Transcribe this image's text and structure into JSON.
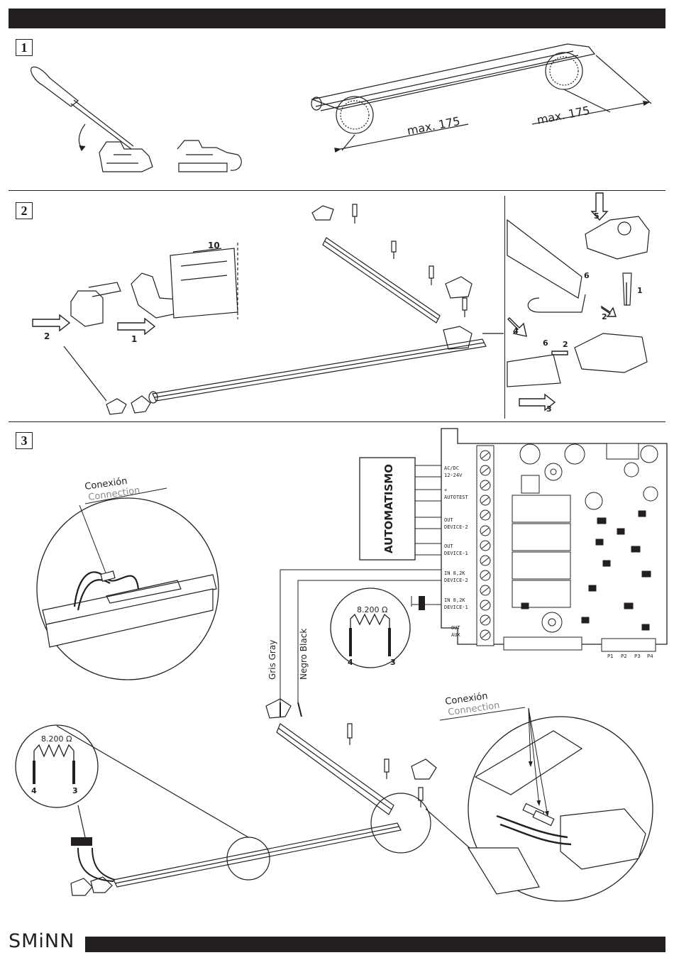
{
  "steps": [
    "1",
    "2",
    "3"
  ],
  "brand": "SMiNN",
  "section1": {
    "dimension_left": "max. 175",
    "dimension_right": "max. 175"
  },
  "section2": {
    "dimension_10": "10",
    "dimension_6a": "6",
    "dimension_6b": "6",
    "arrow_labels": [
      "2",
      "1",
      "5",
      "1",
      "2",
      "4",
      "2",
      "3"
    ]
  },
  "section3": {
    "connection_es": "Conexión",
    "connection_en": "Connection",
    "automation_label": "AUTOMATISMO",
    "resistor_value": "8.200 Ω",
    "terminal_a": "4",
    "terminal_b": "3",
    "wire_gray": "Gris  Gray",
    "wire_black": "Negro  Black",
    "terminal_block": [
      {
        "line1": "AC/DC",
        "line2": "12-24V"
      },
      {
        "line1": "+",
        "line2": "AUTOTEST"
      },
      {
        "line1": "OUT",
        "line2": "DEVICE-2"
      },
      {
        "line1": "OUT",
        "line2": "DEVICE-1"
      },
      {
        "line1": "IN 8,2K",
        "line2": "DEVICE-2"
      },
      {
        "line1": "IN 8,2K",
        "line2": "DEVICE-1"
      },
      {
        "line1": "OUT",
        "line2": "AUX"
      }
    ],
    "pcb_labels": [
      "P1",
      "P2",
      "P3",
      "P4"
    ]
  }
}
